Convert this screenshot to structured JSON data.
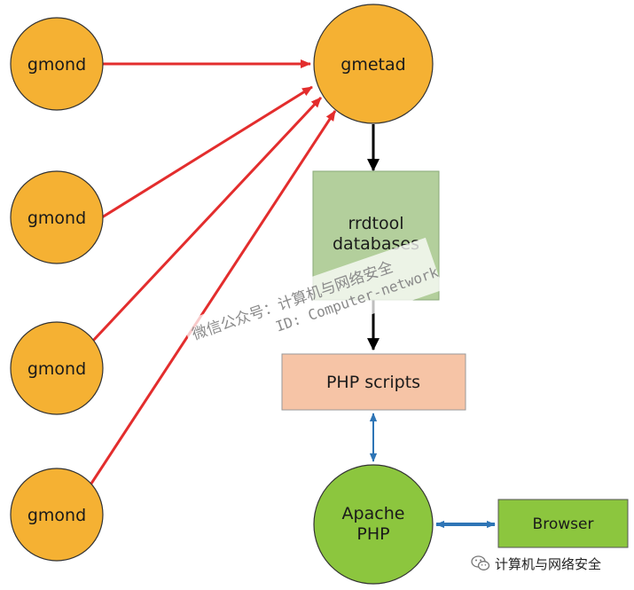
{
  "nodes": {
    "gmond_1": "gmond",
    "gmond_2": "gmond",
    "gmond_3": "gmond",
    "gmond_4": "gmond",
    "gmetad": "gmetad",
    "rrdtool": [
      "rrdtool",
      "databases"
    ],
    "php_scripts": "PHP scripts",
    "apache_php": [
      "Apache",
      "PHP"
    ],
    "browser": "Browser"
  },
  "watermark": {
    "line1": "微信公众号：计算机与网络安全",
    "line2": "ID: Computer-network"
  },
  "footer": {
    "icon": "wechat-icon",
    "text": "计算机与网络安全"
  },
  "colors": {
    "gmond_fill": "#f5b133",
    "gmetad_fill": "#f5b133",
    "rrdtool_fill": "#b3cf9c",
    "php_fill": "#f6c4a6",
    "apache_fill": "#8cc63e",
    "browser_fill": "#8cc63e",
    "red_arrow": "#e32d2d",
    "blue_arrow": "#2e75b6",
    "black_arrow": "#000000"
  }
}
